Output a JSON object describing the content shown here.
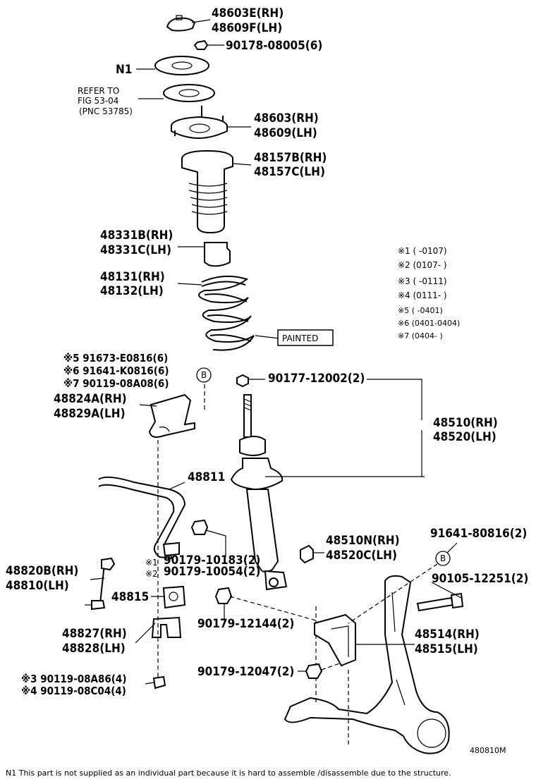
{
  "callouts": {
    "support_cover": [
      "48603E(RH)",
      "48609F(LH)"
    ],
    "nut_upper": "90178-08005(6)",
    "n1": "N1",
    "refer": [
      "REFER TO",
      "FIG 53-04",
      "(PNC 53785)"
    ],
    "support": [
      "48603(RH)",
      "48609(LH)"
    ],
    "boot": [
      "48157B(RH)",
      "48157C(LH)"
    ],
    "bumper": [
      "48331B(RH)",
      "48331C(LH)"
    ],
    "spring": [
      "48131(RH)",
      "48132(LH)"
    ],
    "painted": "PAINTED",
    "bracket_bolts": [
      "※5 91673-E0816(6)",
      "※6 91641-K0816(6)",
      "※7 90119-08A08(6)"
    ],
    "circle_b": "B",
    "bracket": [
      "48824A(RH)",
      "48829A(LH)"
    ],
    "strut_nut": "90177-12002(2)",
    "strut": [
      "48510(RH)",
      "48520(LH)"
    ],
    "stabilizer_bar": "48811",
    "nut_10183": "90179-10183(2)",
    "nut_10054": "90179-10054(2)",
    "link": [
      "48820B(RH)",
      "48810(LH)"
    ],
    "bushing": "48815",
    "bushing_bracket": [
      "48827(RH)",
      "48828(LH)"
    ],
    "stabilizer_bolts": [
      "※3 90119-08A86(4)",
      "※4 90119-08C04(4)"
    ],
    "strut_bushing": [
      "48510N(RH)",
      "48520C(LH)"
    ],
    "bolt_80816": "91641-80816(2)",
    "bolt_12251": "90105-12251(2)",
    "nut_12144": "90179-12144(2)",
    "lower_bracket": [
      "48514(RH)",
      "48515(LH)"
    ],
    "nut_12047": "90179-12047(2)"
  },
  "notes": [
    "※1 (        -0107)",
    "※2 (0107-         )",
    "※3 (        -0111)",
    "※4 (0111-         )",
    "※5 (   -0401)",
    "※6 (0401-0404)",
    "※7 (0404-    )"
  ],
  "mark_1": "※1",
  "mark_2": "※2",
  "figure_id": "480810M",
  "footnote": "N1   This part is not supplied as an individual part because it is hard to assemble /disassemble due to the structure."
}
